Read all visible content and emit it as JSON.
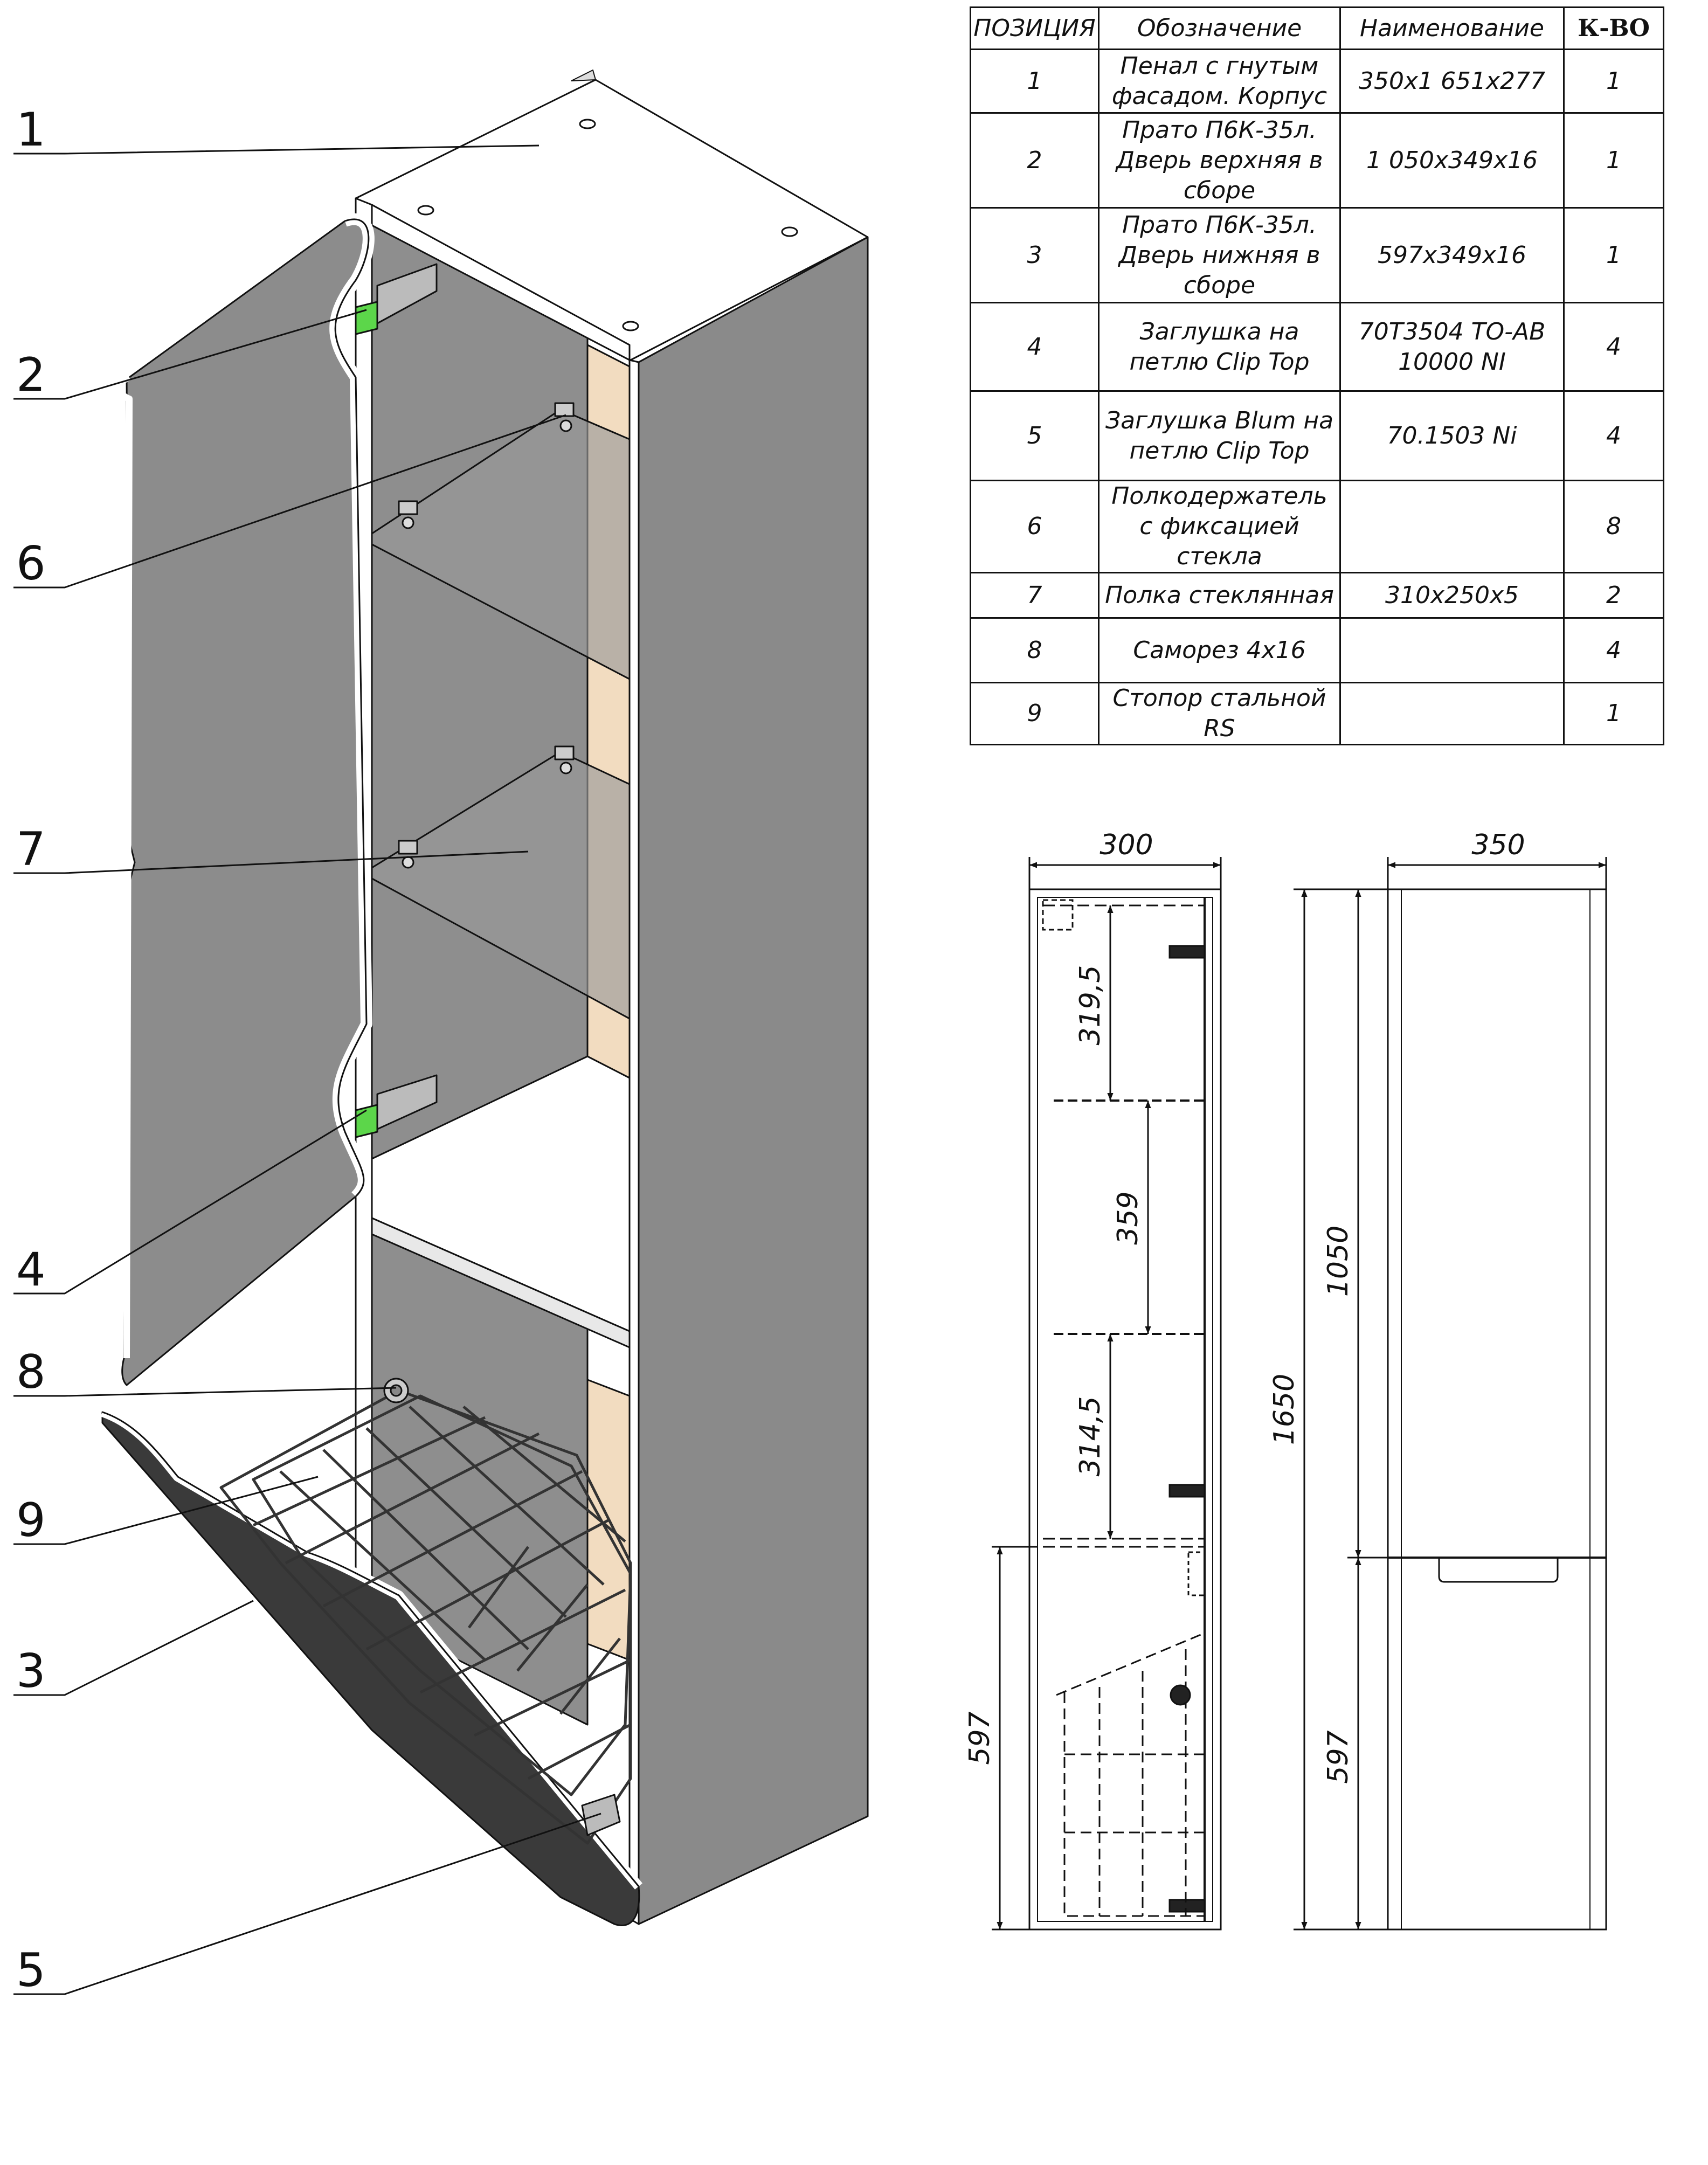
{
  "spec_table": {
    "headers": [
      "ПОЗИЦИЯ",
      "Обозначение",
      "Наименование",
      "К-ВО"
    ],
    "rows": [
      {
        "position": "1",
        "designation": "Пенал с гнутым фасадом. Корпус",
        "name": "350x1 651x277",
        "qty": "1"
      },
      {
        "position": "2",
        "designation": "Прато П6К-35л. Дверь верхняя в сборе",
        "name": "1 050x349x16",
        "qty": "1"
      },
      {
        "position": "3",
        "designation": "Прато П6К-35л. Дверь нижняя в сборе",
        "name": "597x349x16",
        "qty": "1"
      },
      {
        "position": "4",
        "designation": "Заглушка на петлю Clip Top",
        "name": "70T3504 TO-AB 10000 NI",
        "qty": "4"
      },
      {
        "position": "5",
        "designation": "Заглушка Blum на петлю Clip Top",
        "name": "70.1503 Ni",
        "qty": "4"
      },
      {
        "position": "6",
        "designation": "Полкодержатель с фиксацией стекла",
        "name": "",
        "qty": "8"
      },
      {
        "position": "7",
        "designation": "Полка стеклянная",
        "name": "310x250x5",
        "qty": "2"
      },
      {
        "position": "8",
        "designation": "Саморез 4x16",
        "name": "",
        "qty": "4"
      },
      {
        "position": "9",
        "designation": "Стопор стальной RS",
        "name": "",
        "qty": "1"
      }
    ]
  },
  "callouts": [
    "1",
    "2",
    "6",
    "7",
    "4",
    "8",
    "9",
    "3",
    "5"
  ],
  "dimensions": {
    "side_width": "300",
    "front_width": "350",
    "shelf_gap_top": "319,5",
    "shelf_gap_middle": "359",
    "shelf_gap_bottom": "314,5",
    "lower_height_side": "597",
    "total_height": "1650",
    "upper_height": "1050",
    "lower_height_front": "597"
  },
  "colors": {
    "panel_grey": "#8a8a8a",
    "dark_door": "#3a3a3a",
    "wood": "#f2dcc0",
    "hinge_green": "#5cd64a",
    "line": "#111111"
  }
}
